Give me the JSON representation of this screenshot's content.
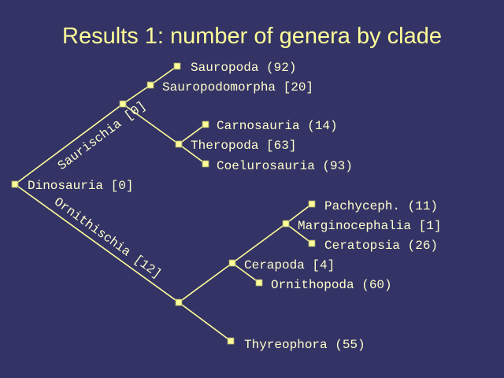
{
  "title": "Results 1: number of genera by clade",
  "tree": {
    "root": "Dinosauria [0]",
    "branch_labels": {
      "saurischia": "Saurischia [0]",
      "ornithischia": "Ornithischia [12]"
    },
    "nodes": {
      "sauropoda": "Sauropoda (92)",
      "sauropodomorpha": "Sauropodomorpha [20]",
      "carnosauria": "Carnosauria (14)",
      "theropoda": "Theropoda [63]",
      "coelurosauria": "Coelurosauria (93)",
      "pachyceph": "Pachyceph. (11)",
      "marginocephalia": "Marginocephalia [1]",
      "ceratopsia": "Ceratopsia (26)",
      "cerapoda": "Cerapoda [4]",
      "ornithopoda": "Ornithopoda (60)",
      "thyreophora": "Thyreophora (55)"
    }
  },
  "colors": {
    "background": "#333366",
    "title": "#ffff99",
    "lines": "#ffff99",
    "labels": "#ffffcc"
  }
}
